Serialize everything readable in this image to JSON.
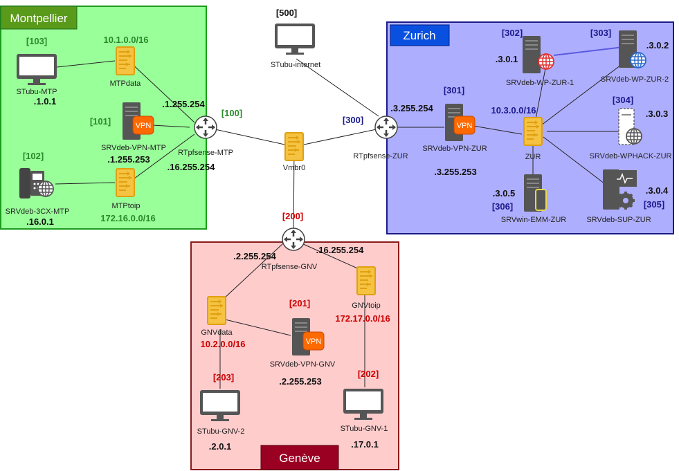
{
  "colors": {
    "montpellier_fill": "#99ff99",
    "montpellier_border": "#1a9c1a",
    "montpellier_title_bg": "#5a9a1a",
    "montpellier_text": "#2a8a2a",
    "zurich_fill": "#aeaeff",
    "zurich_border": "#1a1a8c",
    "zurich_title_bg": "#0a50e0",
    "zurich_text": "#1a1a8c",
    "geneve_fill": "#ffcccc",
    "geneve_border": "#8c1a1a",
    "geneve_title_bg": "#990022",
    "geneve_text": "#cc0000",
    "switch_fill": "#f5c242",
    "switch_border": "#e0a010",
    "icon_gray": "#555555",
    "vpn_orange": "#ff6a00"
  },
  "zones": {
    "montpellier": {
      "title": "Montpellier"
    },
    "zurich": {
      "title": "Zurich"
    },
    "geneve": {
      "title": "Genève"
    }
  },
  "nodes": {
    "vmbr0": {
      "label": "Vmbr0",
      "icon": "switch-icon"
    },
    "stubu_internet": {
      "label": "STubu-internet",
      "tag": "[500]",
      "icon": "monitor-icon"
    },
    "rtpfsense_mtp": {
      "label": "RTpfsense-MTP",
      "tag": "[100]",
      "ip_wan": ".1.255.254",
      "ip_lan": ".16.255.254",
      "icon": "router-icon"
    },
    "stubu_mtp": {
      "label": "STubu-MTP",
      "tag": "[103]",
      "ip": ".1.0.1",
      "icon": "monitor-icon"
    },
    "mtpdata": {
      "label": "MTPdata",
      "subnet": "10.1.0.0/16",
      "icon": "switch-icon"
    },
    "srvdeb_vpn_mtp": {
      "label": "SRVdeb-VPN-MTP",
      "tag": "[101]",
      "ip": ".1.255.253",
      "badge": "VPN",
      "icon": "server-vpn-icon"
    },
    "srvdeb_3cx_mtp": {
      "label": "SRVdeb-3CX-MTP",
      "tag": "[102]",
      "ip": ".16.0.1",
      "icon": "ip-phone-icon"
    },
    "mtptoip": {
      "label": "MTPtoip",
      "subnet": "172.16.0.0/16",
      "icon": "switch-icon"
    },
    "rtpfsense_zur": {
      "label": "RTpfsense-ZUR",
      "tag": "[300]",
      "ip": ".3.255.254",
      "icon": "router-icon"
    },
    "srvdeb_vpn_zur": {
      "label": "SRVdeb-VPN-ZUR",
      "tag": "[301]",
      "ip": ".3.255.253",
      "badge": "VPN",
      "icon": "server-vpn-icon"
    },
    "zur": {
      "label": "ZUR",
      "subnet": "10.3.0.0/16",
      "icon": "switch-icon"
    },
    "srvdeb_wp_zur_1": {
      "label": "SRVdeb-WP-ZUR-1",
      "tag": "[302]",
      "ip": ".3.0.1",
      "icon": "web-server-icon"
    },
    "srvdeb_wp_zur_2": {
      "label": "SRVdeb-WP-ZUR-2",
      "tag": "[303]",
      "ip": ".3.0.2",
      "icon": "web-server-icon"
    },
    "srvdeb_wphack_zur": {
      "label": "SRVdeb-WPHACK-ZUR",
      "tag": "[304]",
      "ip": ".3.0.3",
      "icon": "web-server-icon"
    },
    "srvdeb_sup_zur": {
      "label": "SRVdeb-SUP-ZUR",
      "tag": "[305]",
      "ip": ".3.0.4",
      "icon": "monitoring-server-icon"
    },
    "srvwin_emm_zur": {
      "label": "SRVwin-EMM-ZUR",
      "tag": "[306]",
      "ip": ".3.0.5",
      "icon": "mobile-server-icon"
    },
    "rtpfsense_gnv": {
      "label": "RTpfsense-GNV",
      "tag": "[200]",
      "ip_wan": ".2.255.254",
      "ip_lan": ".16.255.254",
      "icon": "router-icon"
    },
    "gnvdata": {
      "label": "GNVdata",
      "subnet": "10.2.0.0/16",
      "icon": "switch-icon"
    },
    "srvdeb_vpn_gnv": {
      "label": "SRVdeb-VPN-GNV",
      "tag": "[201]",
      "ip": ".2.255.253",
      "badge": "VPN",
      "icon": "server-vpn-icon"
    },
    "gnvtoip": {
      "label": "GNVtoip",
      "subnet": "172.17.0.0/16",
      "icon": "switch-icon"
    },
    "stubu_gnv_2": {
      "label": "STubu-GNV-2",
      "tag": "[203]",
      "ip": ".2.0.1",
      "icon": "monitor-icon"
    },
    "stubu_gnv_1": {
      "label": "STubu-GNV-1",
      "tag": "[202]",
      "ip": ".17.0.1",
      "icon": "monitor-icon"
    }
  }
}
